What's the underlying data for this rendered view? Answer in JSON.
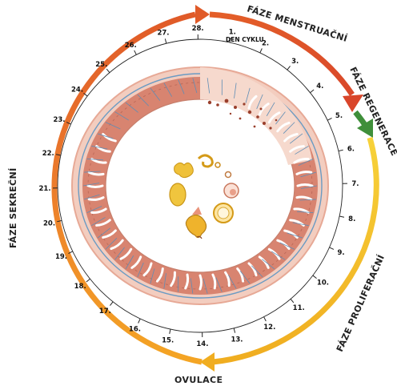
{
  "cycle_label": "DEN CYKLU",
  "days": [
    "1.",
    "2.",
    "3.",
    "4.",
    "5.",
    "6.",
    "7.",
    "8.",
    "9.",
    "10.",
    "11.",
    "12.",
    "13.",
    "14.",
    "15.",
    "16.",
    "17.",
    "18.",
    "19.",
    "20.",
    "21.",
    "22.",
    "23.",
    "24.",
    "25.",
    "26.",
    "27.",
    "28."
  ],
  "phases": {
    "menstruation": {
      "label": "FÁZE MENSTRUAČNÍ",
      "color": "#e8702a"
    },
    "regeneration": {
      "label": "FÁZE REGENERACE",
      "color": "#3f8f3a"
    },
    "proliferation": {
      "label": "FÁZE PROLIFERAČNÍ",
      "color": "#f4c320"
    },
    "ovulation": {
      "label": "OVULACE",
      "color": "#f2a21e"
    },
    "secretion": {
      "label": "FÁZE SEKREČNÍ",
      "color": "#e86a28"
    }
  },
  "colors": {
    "endometrium": "#d88470",
    "endometrium_light": "#f1c2b2",
    "vessel": "#6b9bc3",
    "follicle": "#e7b526"
  }
}
